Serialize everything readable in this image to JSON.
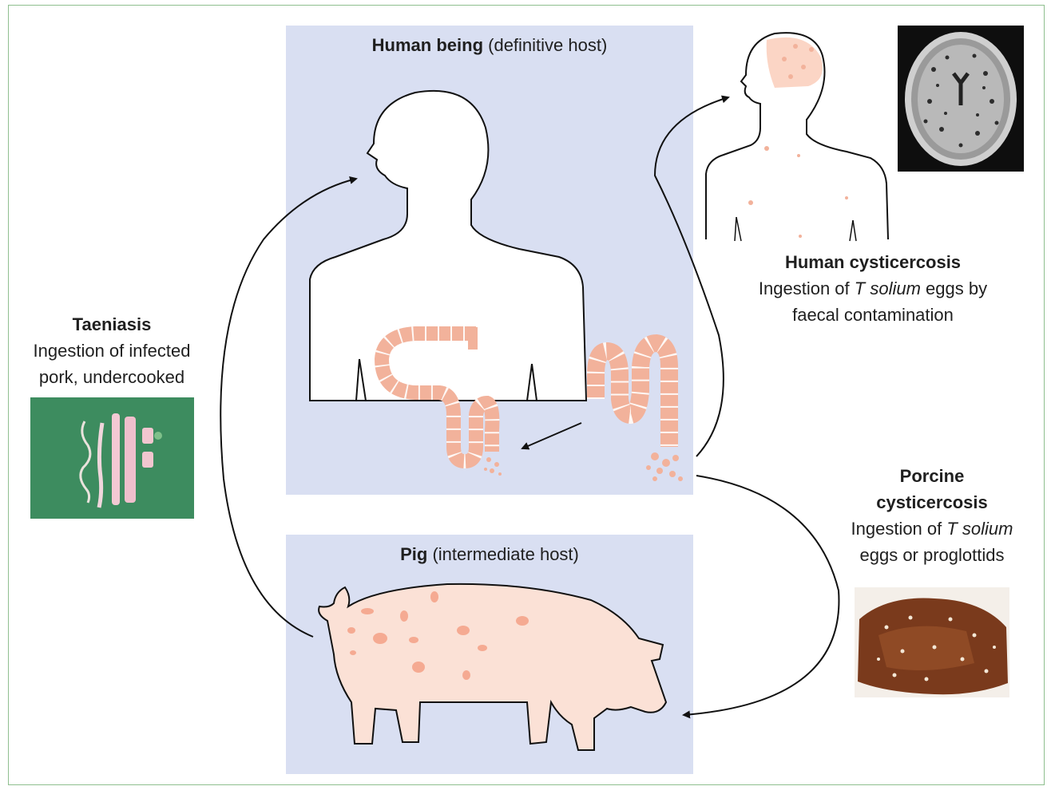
{
  "human_panel": {
    "title_bold": "Human being",
    "title_rest": " (definitive host)"
  },
  "pig_panel": {
    "title_bold": "Pig",
    "title_rest": " (intermediate host)"
  },
  "taeniasis": {
    "heading": "Taeniasis",
    "line1": "Ingestion of infected",
    "line2": "pork, undercooked"
  },
  "human_cysticercosis": {
    "heading": "Human cysticercosis",
    "line1_pre": "Ingestion of ",
    "line1_italic": "T solium",
    "line1_post": " eggs by",
    "line2": "faecal contamination"
  },
  "porcine_cysticercosis": {
    "heading1": "Porcine",
    "heading2": "cysticercosis",
    "line1_pre": "Ingestion of ",
    "line1_italic": "T solium",
    "line2": "eggs or proglottids"
  },
  "colors": {
    "panel_bg": "#d9dff2",
    "tissue": "#f4b8a0",
    "pig_body": "#fbe1d6",
    "frame": "#8fbf8f"
  }
}
